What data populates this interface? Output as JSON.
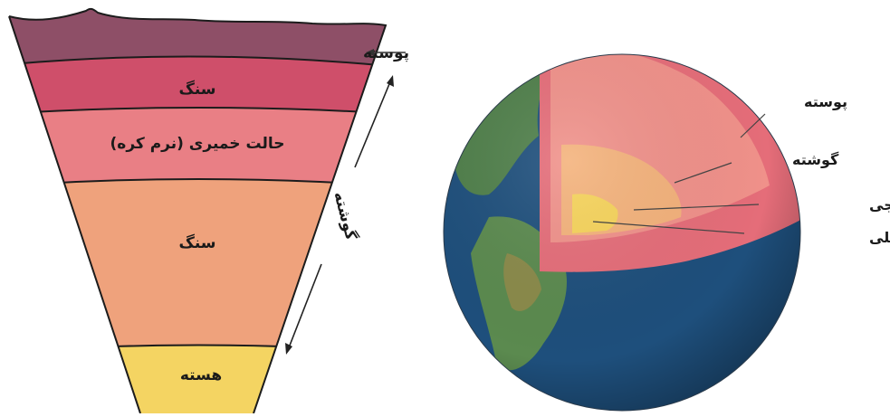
{
  "wedge": {
    "crust_label": "پوسته",
    "rock_upper_label": "سنگ",
    "plastic_label": "حالت خمیری (نرم کره)",
    "rock_lower_label": "سنگ",
    "core_label": "هسته",
    "mantle_label": "گوشته"
  },
  "globe": {
    "crust_label": "پوسته",
    "mantle_label": "گوشته",
    "outer_core_label": "هسته‌ی خارجی",
    "inner_core_label": "هسته‌ی داخلی"
  },
  "colors": {
    "crust": "#8e4f67",
    "rock_upper": "#cf4f6a",
    "plastic": "#e97f85",
    "rock_lower": "#efa27c",
    "core": "#f4d462",
    "globe_crust": "#e56d79",
    "globe_mantle": "#f0918a",
    "globe_outer_core": "#f4b27b",
    "globe_inner_core": "#f6d35a",
    "ocean": "#1e4f7c",
    "land": "#4f7f4a"
  }
}
